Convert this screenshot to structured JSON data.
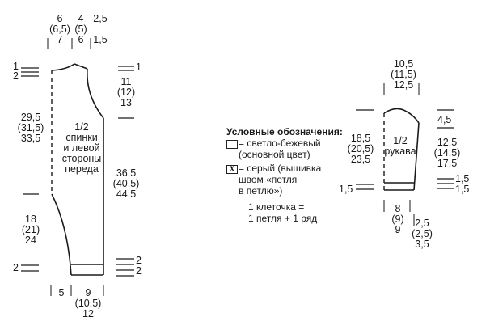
{
  "back": {
    "top": {
      "a": "6\n(6,5)\n7",
      "b": "4\n(5)\n6",
      "c": "2,5\n\n1,5"
    },
    "left": {
      "row1": "1",
      "row2": "2",
      "len": "29,5\n(31,5)\n33,5",
      "hip": "18\n(21)\n24",
      "bottom": "2"
    },
    "right": {
      "row1": "1",
      "arm": "11\n(12)\n13",
      "side": "36,5\n(40,5)\n44,5",
      "b1": "2",
      "b2": "2"
    },
    "label": "1/2\nспинки\nи левой\nстороны\nпереда",
    "bottom": {
      "a": "5",
      "b": "9\n(10,5)\n12"
    }
  },
  "legend": {
    "title": "Условные обозначения:",
    "item1": "= светло-бежевый\n(основной цвет)",
    "item2": "= серый (вышивка\nшвом «петля\nв петлю»)",
    "note": "1 клеточка =\n1 петля + 1 ряд",
    "swatch2_mark": "X"
  },
  "sleeve": {
    "top": "10,5\n(11,5)\n12,5",
    "left": {
      "len": "18,5\n(20,5)\n23,5",
      "cuff": "1,5"
    },
    "label": "1/2\nрукава",
    "right": {
      "cap": "4,5",
      "len": "12,5\n(14,5)\n17,5",
      "c1": "1,5",
      "c2": "1,5"
    },
    "bottom": {
      "a": "8\n(9)\n9",
      "b": "2,5\n(2,5)\n3,5"
    }
  }
}
